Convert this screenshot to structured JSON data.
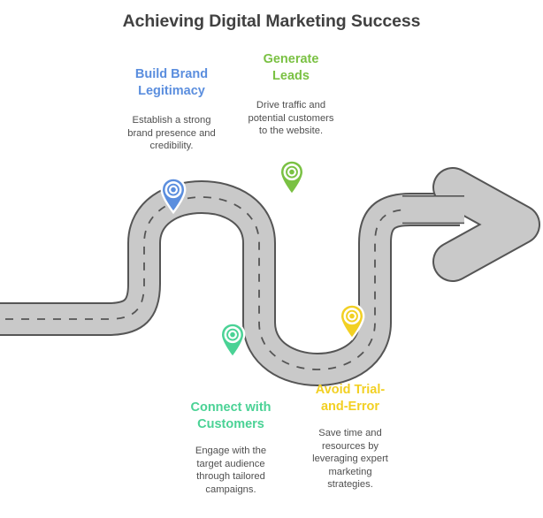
{
  "page": {
    "title": "Achieving Digital Marketing Success",
    "background_color": "#ffffff",
    "title_color": "#414141"
  },
  "road": {
    "fill_color": "#c9c9c9",
    "stroke_color": "#555555",
    "dash_color": "#555555",
    "shape": "serpentine-road-with-arrow",
    "arrow_direction": "right"
  },
  "milestones": [
    {
      "id": "build-brand-legitimacy",
      "heading": "Build Brand\nLegitimacy",
      "heading_line1": "Build Brand",
      "heading_line2": "Legitimacy",
      "body": "Establish a strong brand presence and credibility.",
      "body_line1": "Establish a strong",
      "body_line2": "brand presence and",
      "body_line3": "credibility.",
      "color": "#5b8ede",
      "pin_icon": "map-pin-icon",
      "position": "above-road"
    },
    {
      "id": "generate-leads",
      "heading": "Generate Leads",
      "heading_line1": "Generate",
      "heading_line2": "Leads",
      "body": "Drive traffic and potential customers to the website.",
      "body_line1": "Drive traffic and",
      "body_line2": "potential customers",
      "body_line3": "to the website.",
      "color": "#7ac143",
      "pin_icon": "map-pin-icon",
      "position": "above-road"
    },
    {
      "id": "connect-with-customers",
      "heading": "Connect with Customers",
      "heading_line1": "Connect with",
      "heading_line2": "Customers",
      "body": "Engage with the target audience through tailored campaigns.",
      "body_line1": "Engage with the",
      "body_line2": "target audience",
      "body_line3": "through tailored",
      "body_line4": "campaigns.",
      "color": "#4ad295",
      "pin_icon": "map-pin-icon",
      "position": "below-road"
    },
    {
      "id": "avoid-trial-and-error",
      "heading": "Avoid Trial-and-Error",
      "heading_line1": "Avoid Trial-",
      "heading_line2": "and-Error",
      "body": "Save time and resources by leveraging expert marketing strategies.",
      "body_line1": "Save time and",
      "body_line2": "resources by",
      "body_line3": "leveraging expert",
      "body_line4": "marketing",
      "body_line5": "strategies.",
      "color": "#f2d023",
      "pin_icon": "map-pin-icon",
      "position": "below-road"
    }
  ]
}
